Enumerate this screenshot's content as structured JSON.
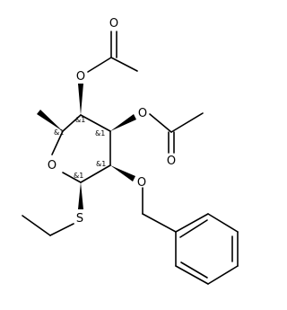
{
  "molecule": {
    "atoms": {
      "ring_oxygen": "O",
      "acetyl_top_carbonyl_oxygen": "O",
      "acetyl_top_ester_oxygen": "O",
      "acetyl_right_ester_oxygen": "O",
      "acetyl_right_carbonyl_oxygen": "O",
      "benzyl_ether_oxygen": "O",
      "sulfur": "S"
    },
    "stereo": {
      "c5": "&1",
      "c4": "&1",
      "c3": "&1",
      "c2": "&1",
      "c1": "&1"
    }
  }
}
